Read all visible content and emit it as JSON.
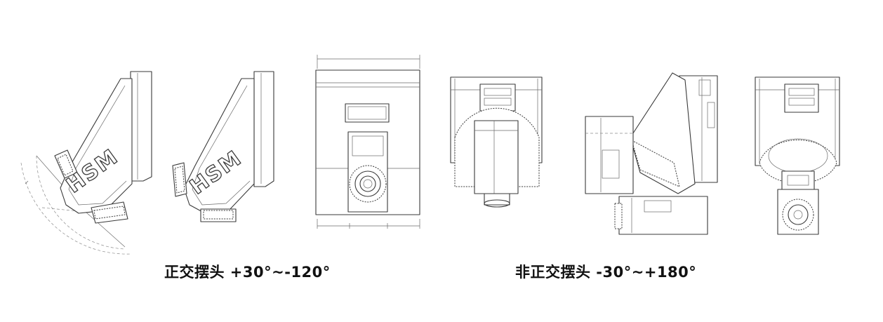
{
  "brand_logo": "HSM",
  "captions": {
    "orthogonal": "正交摆头  +30°~-120°",
    "non_orthogonal": "非正交摆头  -30°~+180°"
  }
}
